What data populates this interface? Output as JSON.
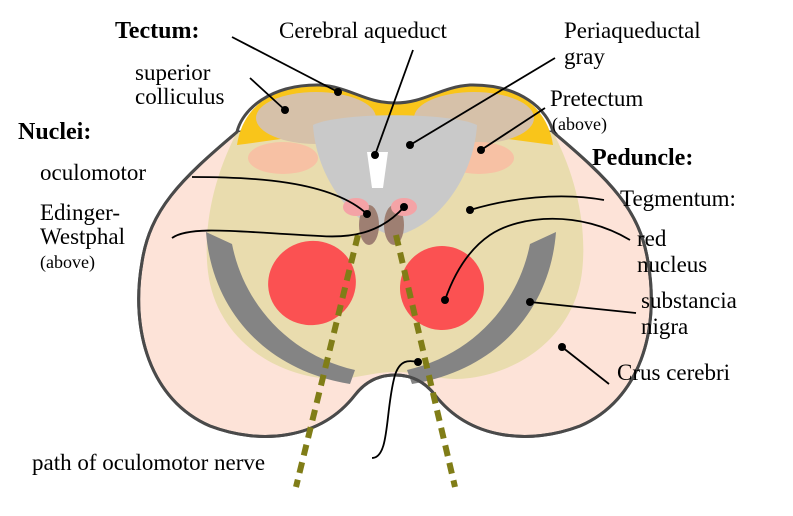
{
  "labels": {
    "tectum": "Tectum:",
    "superior_colliculus_1": "superior",
    "superior_colliculus_2": "colliculus",
    "nuclei": "Nuclei:",
    "oculomotor": "oculomotor",
    "edinger_1": "Edinger-",
    "edinger_2": "Westphal",
    "edinger_note": "(above)",
    "cerebral_aqueduct": "Cerebral aqueduct",
    "periaqueductal_1": "Periaqueductal",
    "periaqueductal_2": "gray",
    "pretectum": "Pretectum",
    "pretectum_note": "(above)",
    "peduncle": "Peduncle:",
    "tegmentum": "Tegmentum:",
    "red_nucleus_1": "red",
    "red_nucleus_2": "nucleus",
    "substancia_nigra_1": "substancia",
    "substancia_nigra_2": "nigra",
    "crus_cerebri": "Crus cerebri",
    "path_oculomotor_nerve": "path of oculomotor nerve"
  },
  "colors": {
    "crus_cerebri": "#fde3d8",
    "tegmentum": "#e9dcae",
    "tectum_yellow": "#f9c51a",
    "colliculus": "#d6c1a9",
    "pretectum": "#f7c1a4",
    "periaqueductal_gray": "#c9c9c9",
    "substantia_nigra": "#848484",
    "red_nucleus": "#fb5152",
    "oculomotor_nucleus": "#9e7f72",
    "edinger_westphal": "#f4a3a6",
    "nerve_path": "#807d17",
    "outline": "#4a4a4a"
  }
}
